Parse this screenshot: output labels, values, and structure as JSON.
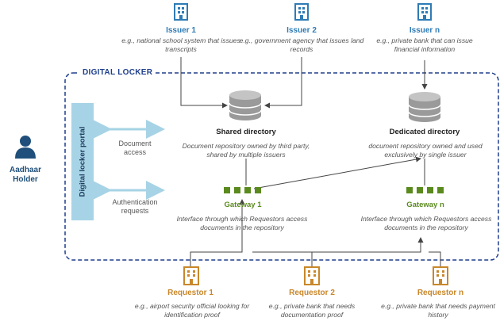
{
  "locker": {
    "title": "DIGITAL LOCKER"
  },
  "portal": {
    "label": "Digital locker portal"
  },
  "holder": {
    "label": "Aadhaar Holder",
    "icon": "person-icon"
  },
  "access": {
    "document": "Document access",
    "authentication": "Authentication requests"
  },
  "issuers": [
    {
      "title": "Issuer 1",
      "desc": "e.g., national school system that issues transcripts"
    },
    {
      "title": "Issuer 2",
      "desc": "e.g., government agency that issues land records"
    },
    {
      "title": "Issuer n",
      "desc": "e.g., private bank that can issue financial information"
    }
  ],
  "directories": [
    {
      "title": "Shared directory",
      "desc": "Document repository owned by third party, shared by multiple issuers"
    },
    {
      "title": "Dedicated directory",
      "desc": "document repository owned and used exclusively by single issuer"
    }
  ],
  "gateways": [
    {
      "title": "Gateway 1",
      "desc": "Interface through which Requestors access documents in the repository"
    },
    {
      "title": "Gateway n",
      "desc": "Interface through which Requestors access documents in the repository"
    }
  ],
  "requestors": [
    {
      "title": "Requestor 1",
      "desc": "e.g., airport security official looking for identification proof"
    },
    {
      "title": "Requestor 2",
      "desc": "e.g., private bank that needs documentation proof"
    },
    {
      "title": "Requestor n",
      "desc": "e.g., private bank that needs payment history"
    }
  ],
  "colors": {
    "issuer": "#2e7bb5",
    "requestor": "#c8872a",
    "gateway": "#5a8a1e",
    "locker_border": "#1f3f8c",
    "portal": "#a7d3e6",
    "database": "#9a9a9a"
  }
}
